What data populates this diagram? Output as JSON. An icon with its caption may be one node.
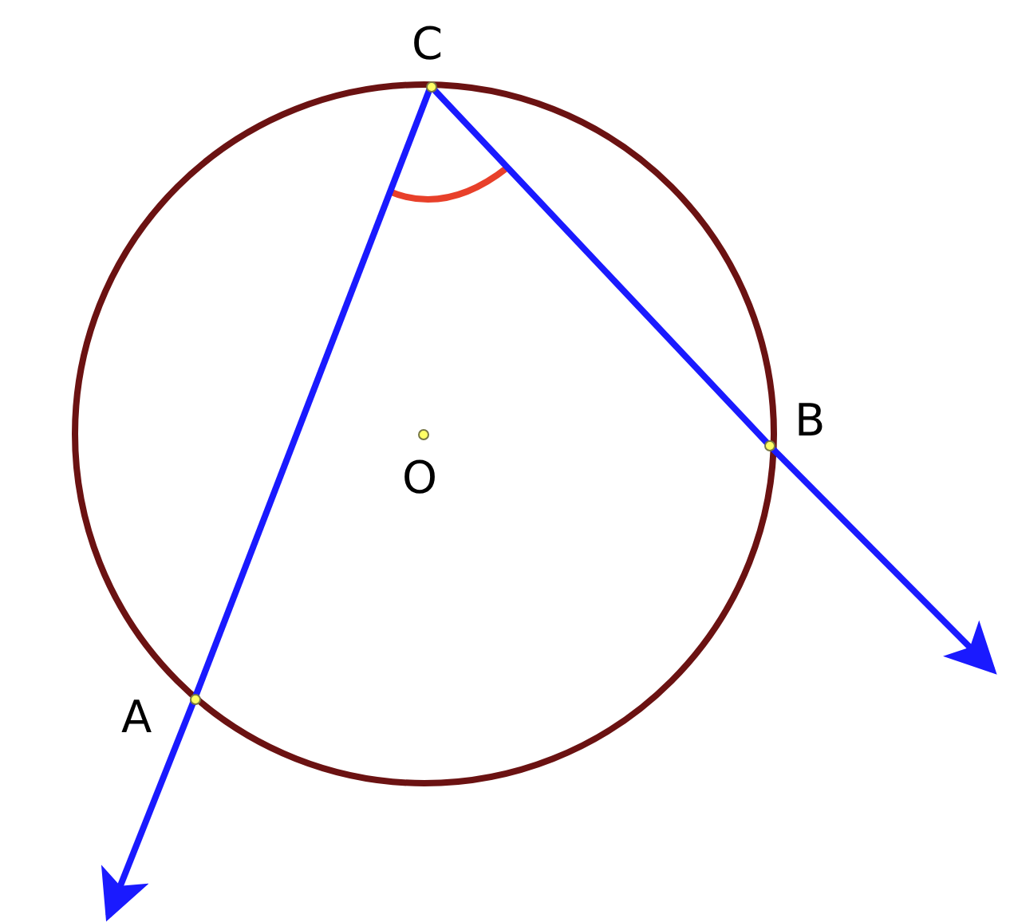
{
  "diagram": {
    "nodes": [
      {
        "text": [
          "C"
        ]
      },
      {
        "text": [
          "A"
        ]
      },
      {
        "text": [
          "B"
        ]
      },
      {
        "text": [
          "O"
        ]
      }
    ],
    "edges": [
      {
        "from": 0,
        "to": 1,
        "arrow": "none"
      },
      {
        "from": 1,
        "to": null,
        "arrow": "to"
      },
      {
        "from": 0,
        "to": 2,
        "arrow": "none"
      },
      {
        "from": 2,
        "to": null,
        "arrow": "to"
      }
    ]
  }
}
